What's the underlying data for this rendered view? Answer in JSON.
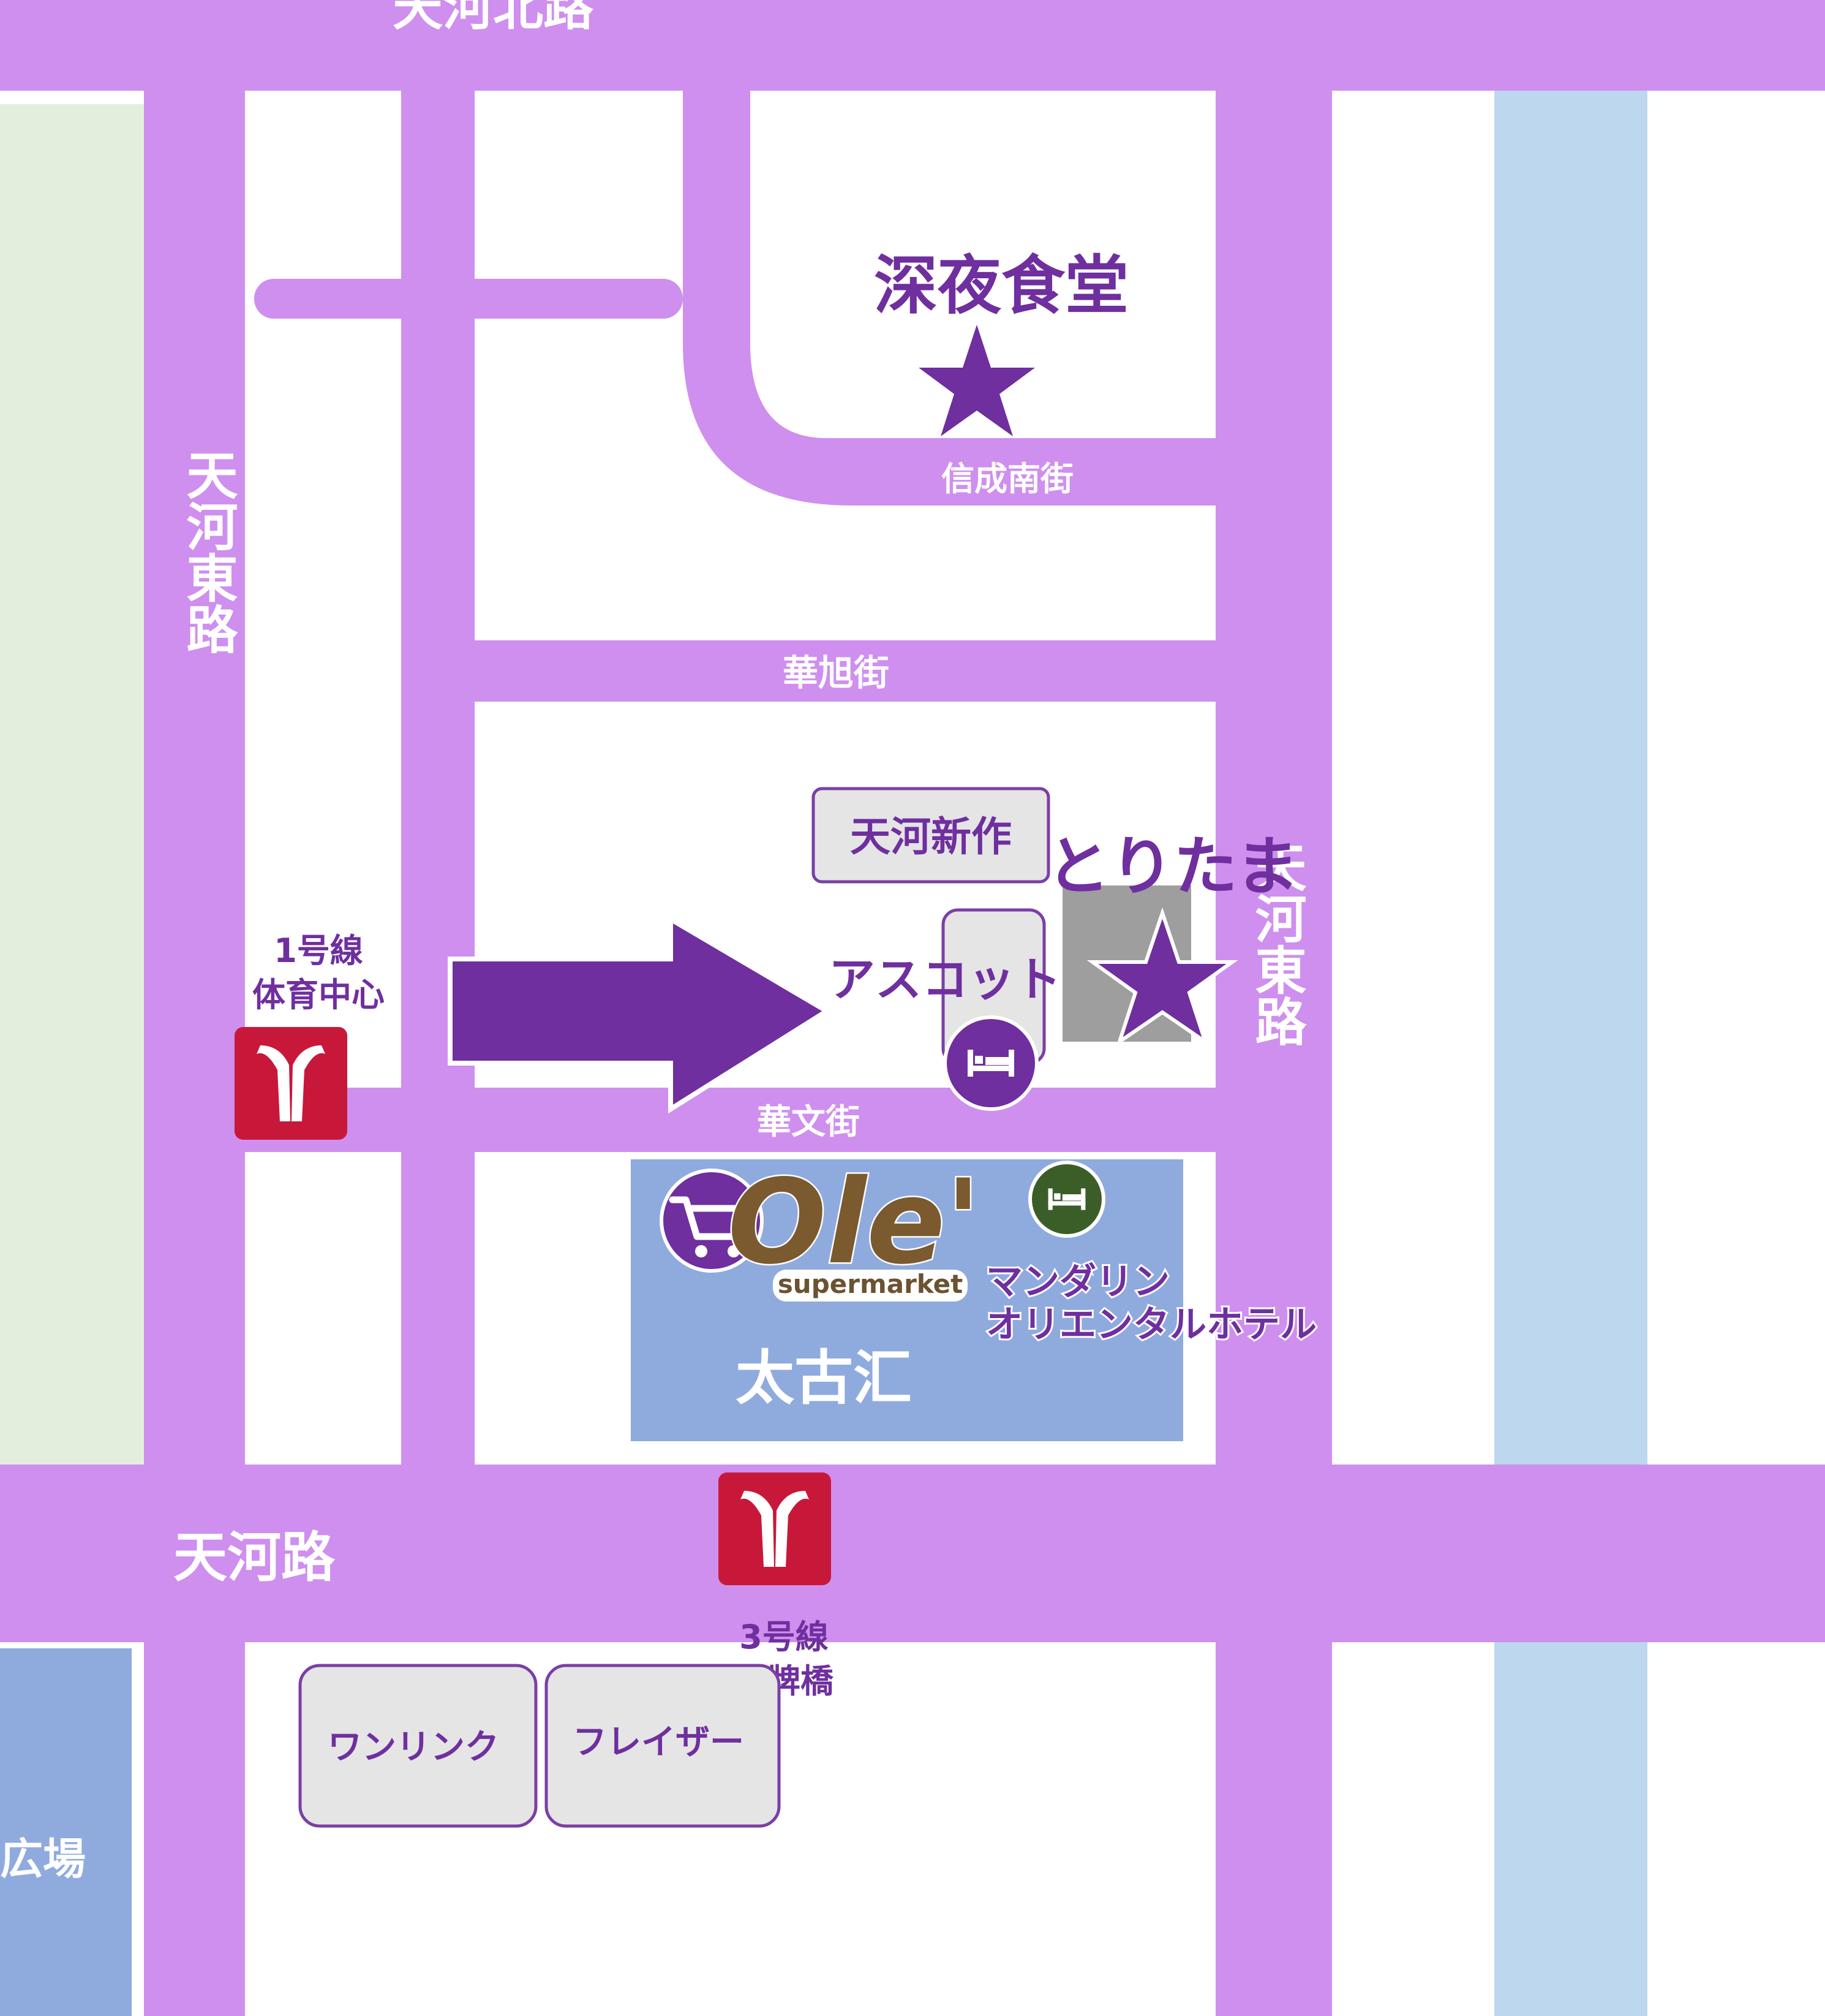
{
  "map": {
    "colors": {
      "background": "#ffffff",
      "road": "#cf8fee",
      "park": "#e3efdd",
      "river": "#bdd8ee",
      "plaza": "#8fabde",
      "mall": "#8fabde",
      "label": "#6f2f9f",
      "road_label": "#ffffff",
      "arrow": "#6f2f9f",
      "metro": "#c8183a",
      "building_fill": "#e5e5e5",
      "building_border": "#7a3fa7",
      "torimama_block": "#9e9e9e",
      "hotel_dark": "#3b5e29"
    },
    "roads": {
      "north": "天河北路",
      "main": "天河路",
      "east_west": "天河東路",
      "east_east": "天河東路",
      "xincheng": "信成南街",
      "huaxu": "華旭街",
      "huawen": "華文街"
    },
    "places": {
      "shinya": {
        "name": "深夜食堂",
        "icon": "star-icon"
      },
      "toritama": {
        "name": "とりたま",
        "icon": "star-icon"
      },
      "tianhe_xinzuo": {
        "name": "天河新作"
      },
      "ascot": {
        "name": "アスコット",
        "icon": "hotel-bed-icon"
      },
      "mandarin": {
        "line1": "マンダリン",
        "line2": "オリエンタルホテル",
        "icon": "hotel-bed-icon"
      },
      "taikoo": {
        "name": "太古汇"
      },
      "ole": {
        "logo": "Ole'",
        "sub": "supermarket",
        "icon": "shopping-cart-icon"
      },
      "onelink": {
        "name": "ワンリンク"
      },
      "frasers": {
        "name": "フレイザー"
      },
      "plaza": {
        "name": "広場"
      }
    },
    "stations": {
      "line1": {
        "line": "1号線",
        "name": "体育中心",
        "icon": "metro-icon"
      },
      "line3": {
        "line": "3号線",
        "name": "石牌橋",
        "icon": "metro-icon"
      }
    },
    "arrow": {
      "icon": "arrow-right-icon"
    }
  }
}
